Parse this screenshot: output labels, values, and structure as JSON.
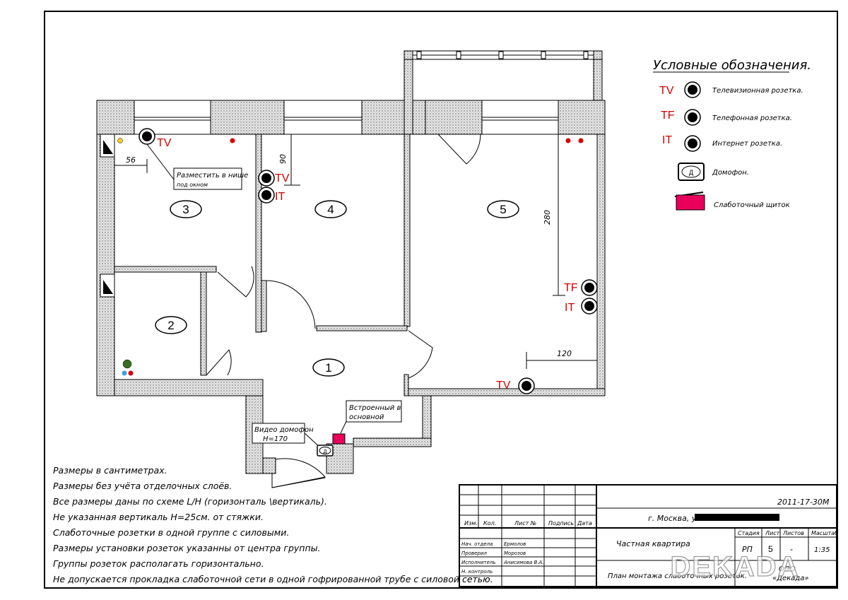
{
  "legend": {
    "title": "Условные обозначения.",
    "items": [
      {
        "code": "TV",
        "label": "Телевизионная розетка."
      },
      {
        "code": "TF",
        "label": "Телефонная розетка."
      },
      {
        "code": "IT",
        "label": "Интернет розетка."
      },
      {
        "code": "",
        "label": "Домофон.",
        "symbol_text": "Д"
      },
      {
        "code": "",
        "label": "Слаботочный щиток"
      }
    ]
  },
  "rooms": [
    "1",
    "2",
    "3",
    "4",
    "5"
  ],
  "socket_labels": {
    "tv": "TV",
    "tf": "TF",
    "it": "IT"
  },
  "dimensions": {
    "d56": "56",
    "d90": "90",
    "d280": "280",
    "d120": "120"
  },
  "callouts": {
    "niche_line1": "Разместить в нише",
    "niche_line2": "под окном",
    "builtin_line1": "Встроенный в",
    "builtin_line2": "основной",
    "video_line1": "Видео домофон",
    "video_line2": "H=170",
    "intercom_symbol": "Д"
  },
  "notes": [
    "Размеры в сантиметрах.",
    "Размеры без учёта отделочных слоёв.",
    "Все размеры даны по схеме L/H (горизонталь \\вертикаль).",
    "Не указанная вертикаль H=25см. от стяжки.",
    "Слаботочные розетки в одной группе с силовыми.",
    "Размеры установки розеток указанны от центра группы.",
    "Группы розеток располагать горизонтально.",
    "Не допускается прокладка слаботочной сети в одной гофрированной трубе с силовой сетью."
  ],
  "title_block": {
    "code": "2011-17-30М",
    "address": "г. Москва, ул.",
    "header_cols": [
      "Изм.",
      "Кол.",
      "Лист №",
      "Подпись",
      "Дата"
    ],
    "roles": [
      {
        "role": "Нач. отдела",
        "name": "Ермолов"
      },
      {
        "role": "Проверил",
        "name": "Морозов"
      },
      {
        "role": "Исполнитель",
        "name": "Анисимова В.А."
      },
      {
        "role": "Н. контроль",
        "name": ""
      }
    ],
    "object": "Частная квартира",
    "sheet_title": "План монтажа слаботочных розеток.",
    "stage_label": "Стадия",
    "sheet_label": "Лист",
    "sheets_label": "Листов",
    "scale_label": "Масштаб",
    "stage": "РП",
    "sheet": "5",
    "sheets": "-",
    "scale": "1:35",
    "org_line1": "ООО",
    "org_line2": "«Декада»"
  },
  "watermark": "DEKADA",
  "colors": {
    "socket_red": "#d40000",
    "panel_pink": "#e8005a",
    "wall_fill": "#d9d9d9",
    "dot_yellow": "#f2d21b",
    "dot_green": "#3a6e22",
    "dot_blue": "#3fa0d8"
  }
}
